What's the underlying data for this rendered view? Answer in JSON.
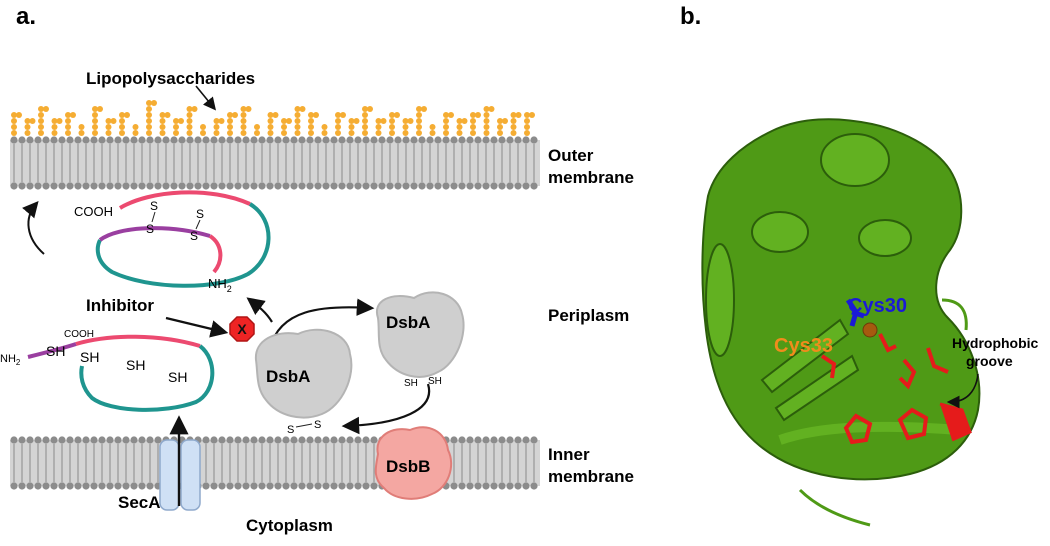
{
  "panel_a": {
    "label": "a.",
    "lps_label": "Lipopolysaccharides",
    "outer_membrane_label": [
      "Outer",
      "membrane"
    ],
    "inner_membrane_label": [
      "Inner",
      "membrane"
    ],
    "periplasm_label": "Periplasm",
    "cytoplasm_label": "Cytoplasm",
    "inhibitor_label": "Inhibitor",
    "blocked_mark": "X",
    "seca_label": "SecA",
    "dsba_oxidized_label": "DsbA",
    "dsba_reduced_label": "DsbA",
    "dsbb_label": "DsbB",
    "folded_protein": {
      "cooh": "COOH",
      "nh2": "NH",
      "nh2_sub": "2",
      "disulfide_s": [
        "S",
        "S",
        "S",
        "S"
      ]
    },
    "unfolded_protein": {
      "cooh": "COOH",
      "nh2": "NH",
      "nh2_sub": "2",
      "thiols": [
        "SH",
        "SH",
        "SH",
        "SH"
      ]
    },
    "dsba_red_thiols": [
      "SH",
      "SH"
    ],
    "dsba_ox_sulfurs": [
      "S",
      "S"
    ]
  },
  "panel_b": {
    "label": "b.",
    "cys30_label": "Cys30",
    "cys33_label": "Cys33",
    "groove_label": [
      "Hydrophobic",
      "groove"
    ]
  },
  "colors": {
    "lps": "#f5ad33",
    "membrane_head": "#8c8c8c",
    "membrane_core": "#d4d4d4",
    "protein_pink": "#ec4a70",
    "protein_teal": "#1f958f",
    "protein_purple": "#9a3fa0",
    "dsba": "#cfcfcf",
    "dsbb": "#f4a7a2",
    "inhibitor_stop": "#ee2424",
    "secA_channel": "#cfe0f5",
    "cartoon_green": "#4f9a16",
    "cys30": "#1a1ad6",
    "cys33": "#f08c1c",
    "groove_red": "#e51b1b"
  }
}
